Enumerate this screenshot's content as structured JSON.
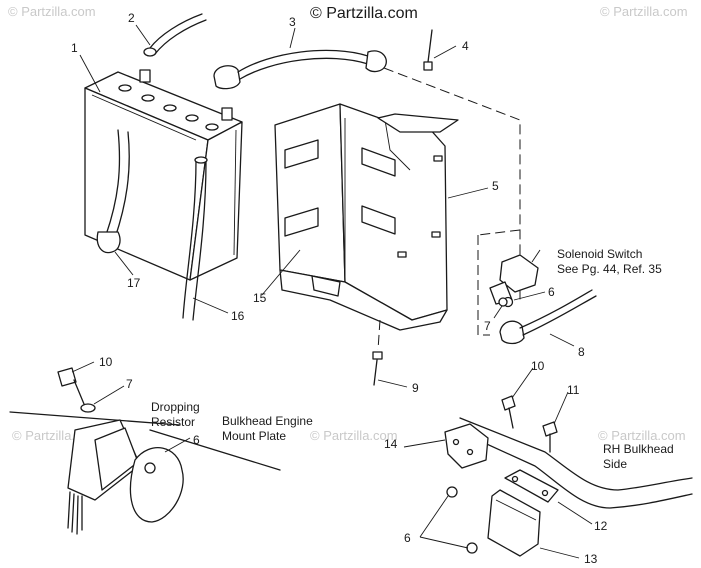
{
  "copyright": "© Partzilla.com",
  "watermark": "© Partzilla.com",
  "callouts": {
    "c1": "1",
    "c2": "2",
    "c3": "3",
    "c4": "4",
    "c5": "5",
    "c6a": "6",
    "c7a": "7",
    "c8": "8",
    "c9": "9",
    "c10a": "10",
    "c7b": "7",
    "c6b": "6",
    "c10b": "10",
    "c11": "11",
    "c14": "14",
    "c6c": "6",
    "c12": "12",
    "c13": "13",
    "c15": "15",
    "c16": "16",
    "c17": "17"
  },
  "labels": {
    "solenoid_line1": "Solenoid Switch",
    "solenoid_line2": "See Pg. 44, Ref. 35",
    "dropping_line1": "Dropping",
    "dropping_line2": "Resistor",
    "bulkhead_line1": "Bulkhead Engine",
    "bulkhead_line2": "Mount Plate",
    "rh_line1": "RH Bulkhead",
    "rh_line2": "Side"
  }
}
